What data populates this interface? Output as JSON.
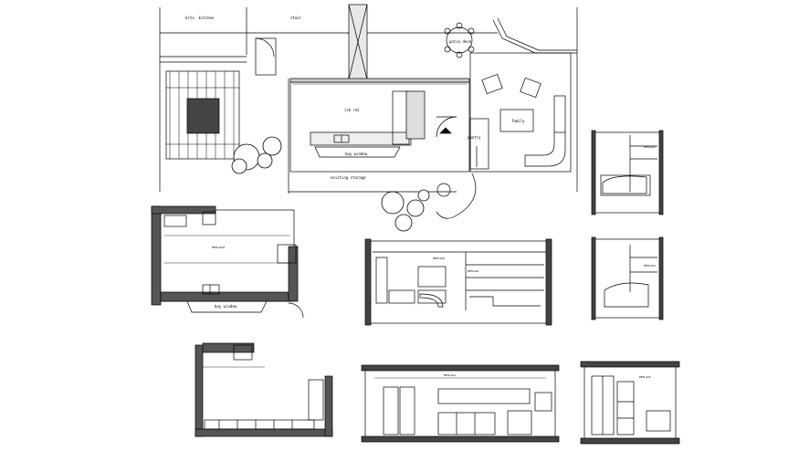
{
  "drawing": {
    "plan": {
      "room_top_left": "kits. kitchen",
      "room_top_mid": "stair",
      "label_bay": "bay window",
      "label_sink": "[sk rm]",
      "label_family": "family",
      "label_patio": "patio deck",
      "label_pantry": "pantry",
      "label_storage": "existing storage"
    },
    "plan_small": {
      "label_bay": "bay window",
      "label_ref": "REFLAG07"
    },
    "elevation_tags": [
      "REFLAG0",
      "REFLAG1",
      "REFLAG2",
      "REFLAG3",
      "REFLAG4",
      "REFLAG5"
    ]
  }
}
